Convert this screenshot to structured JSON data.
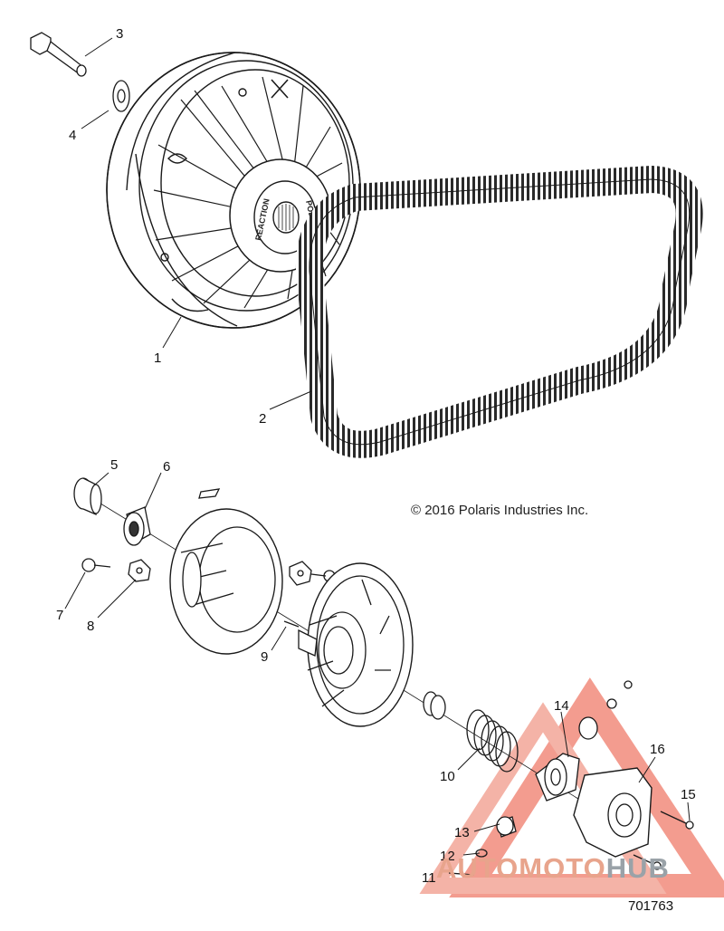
{
  "callouts": [
    {
      "id": "1",
      "text": "1"
    },
    {
      "id": "2",
      "text": "2"
    },
    {
      "id": "3",
      "text": "3"
    },
    {
      "id": "4",
      "text": "4"
    },
    {
      "id": "5",
      "text": "5"
    },
    {
      "id": "6",
      "text": "6"
    },
    {
      "id": "7",
      "text": "7"
    },
    {
      "id": "8",
      "text": "8"
    },
    {
      "id": "9",
      "text": "9"
    },
    {
      "id": "10",
      "text": "10"
    },
    {
      "id": "11",
      "text": "11"
    },
    {
      "id": "12",
      "text": "12"
    },
    {
      "id": "13",
      "text": "13"
    },
    {
      "id": "14",
      "text": "14"
    },
    {
      "id": "15",
      "text": "15"
    },
    {
      "id": "16",
      "text": "16"
    }
  ],
  "copyright": "© 2016 Polaris Industries Inc.",
  "diagram_number": "701763",
  "hub_text": {
    "reaction": "REACTION",
    "brand": "POLARIS"
  },
  "watermark": {
    "part1": "AUTOMOTO",
    "part2": "HUB",
    "color_primary": "#e8a48c",
    "color_secondary": "#9aa2a8"
  },
  "line_color": "#1a1a1a"
}
